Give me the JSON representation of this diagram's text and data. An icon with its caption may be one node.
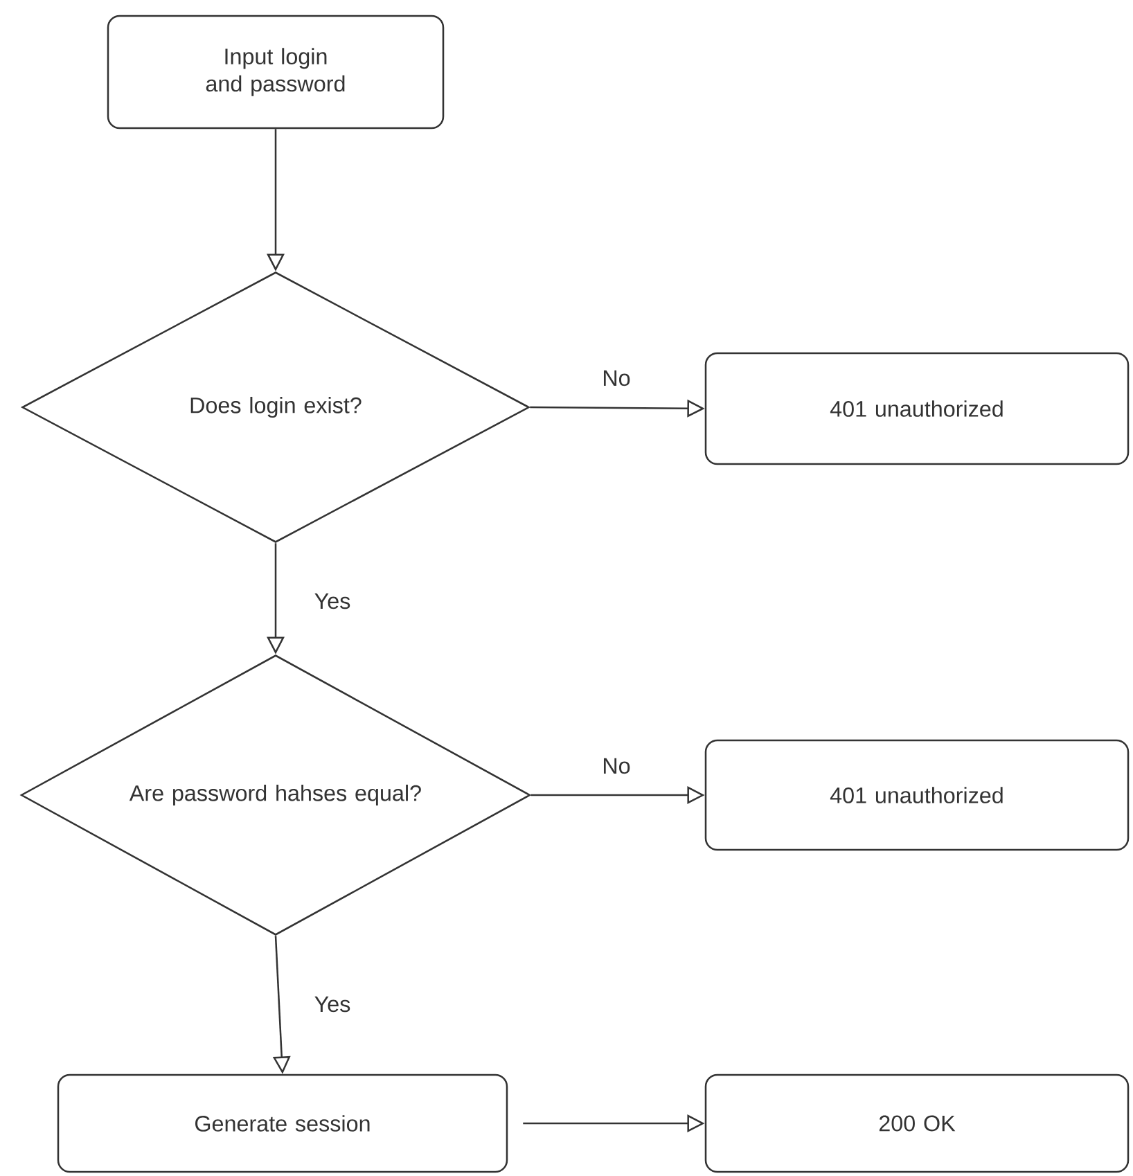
{
  "diagram": {
    "nodes": [
      {
        "text": [
          "Input login and password"
        ]
      },
      {
        "text": [
          "Does login exist?"
        ]
      },
      {
        "text": [
          "401 unauthorized"
        ]
      },
      {
        "text": [
          "Are password hahses equal?"
        ]
      },
      {
        "text": [
          "401 unauthorized"
        ]
      },
      {
        "text": [
          "Generate session"
        ]
      },
      {
        "text": [
          "200 OK"
        ]
      }
    ],
    "edges": [
      {
        "from": 0,
        "to": 1,
        "arrow": "to"
      },
      {
        "from": 1,
        "to": 2,
        "arrow": "to",
        "label": "No"
      },
      {
        "from": 1,
        "to": 3,
        "arrow": "to",
        "label": "Yes"
      },
      {
        "from": 3,
        "to": 4,
        "arrow": "to",
        "label": "No"
      },
      {
        "from": 3,
        "to": 5,
        "arrow": "to",
        "label": "Yes"
      },
      {
        "from": 5,
        "to": 6,
        "arrow": "to"
      }
    ]
  }
}
